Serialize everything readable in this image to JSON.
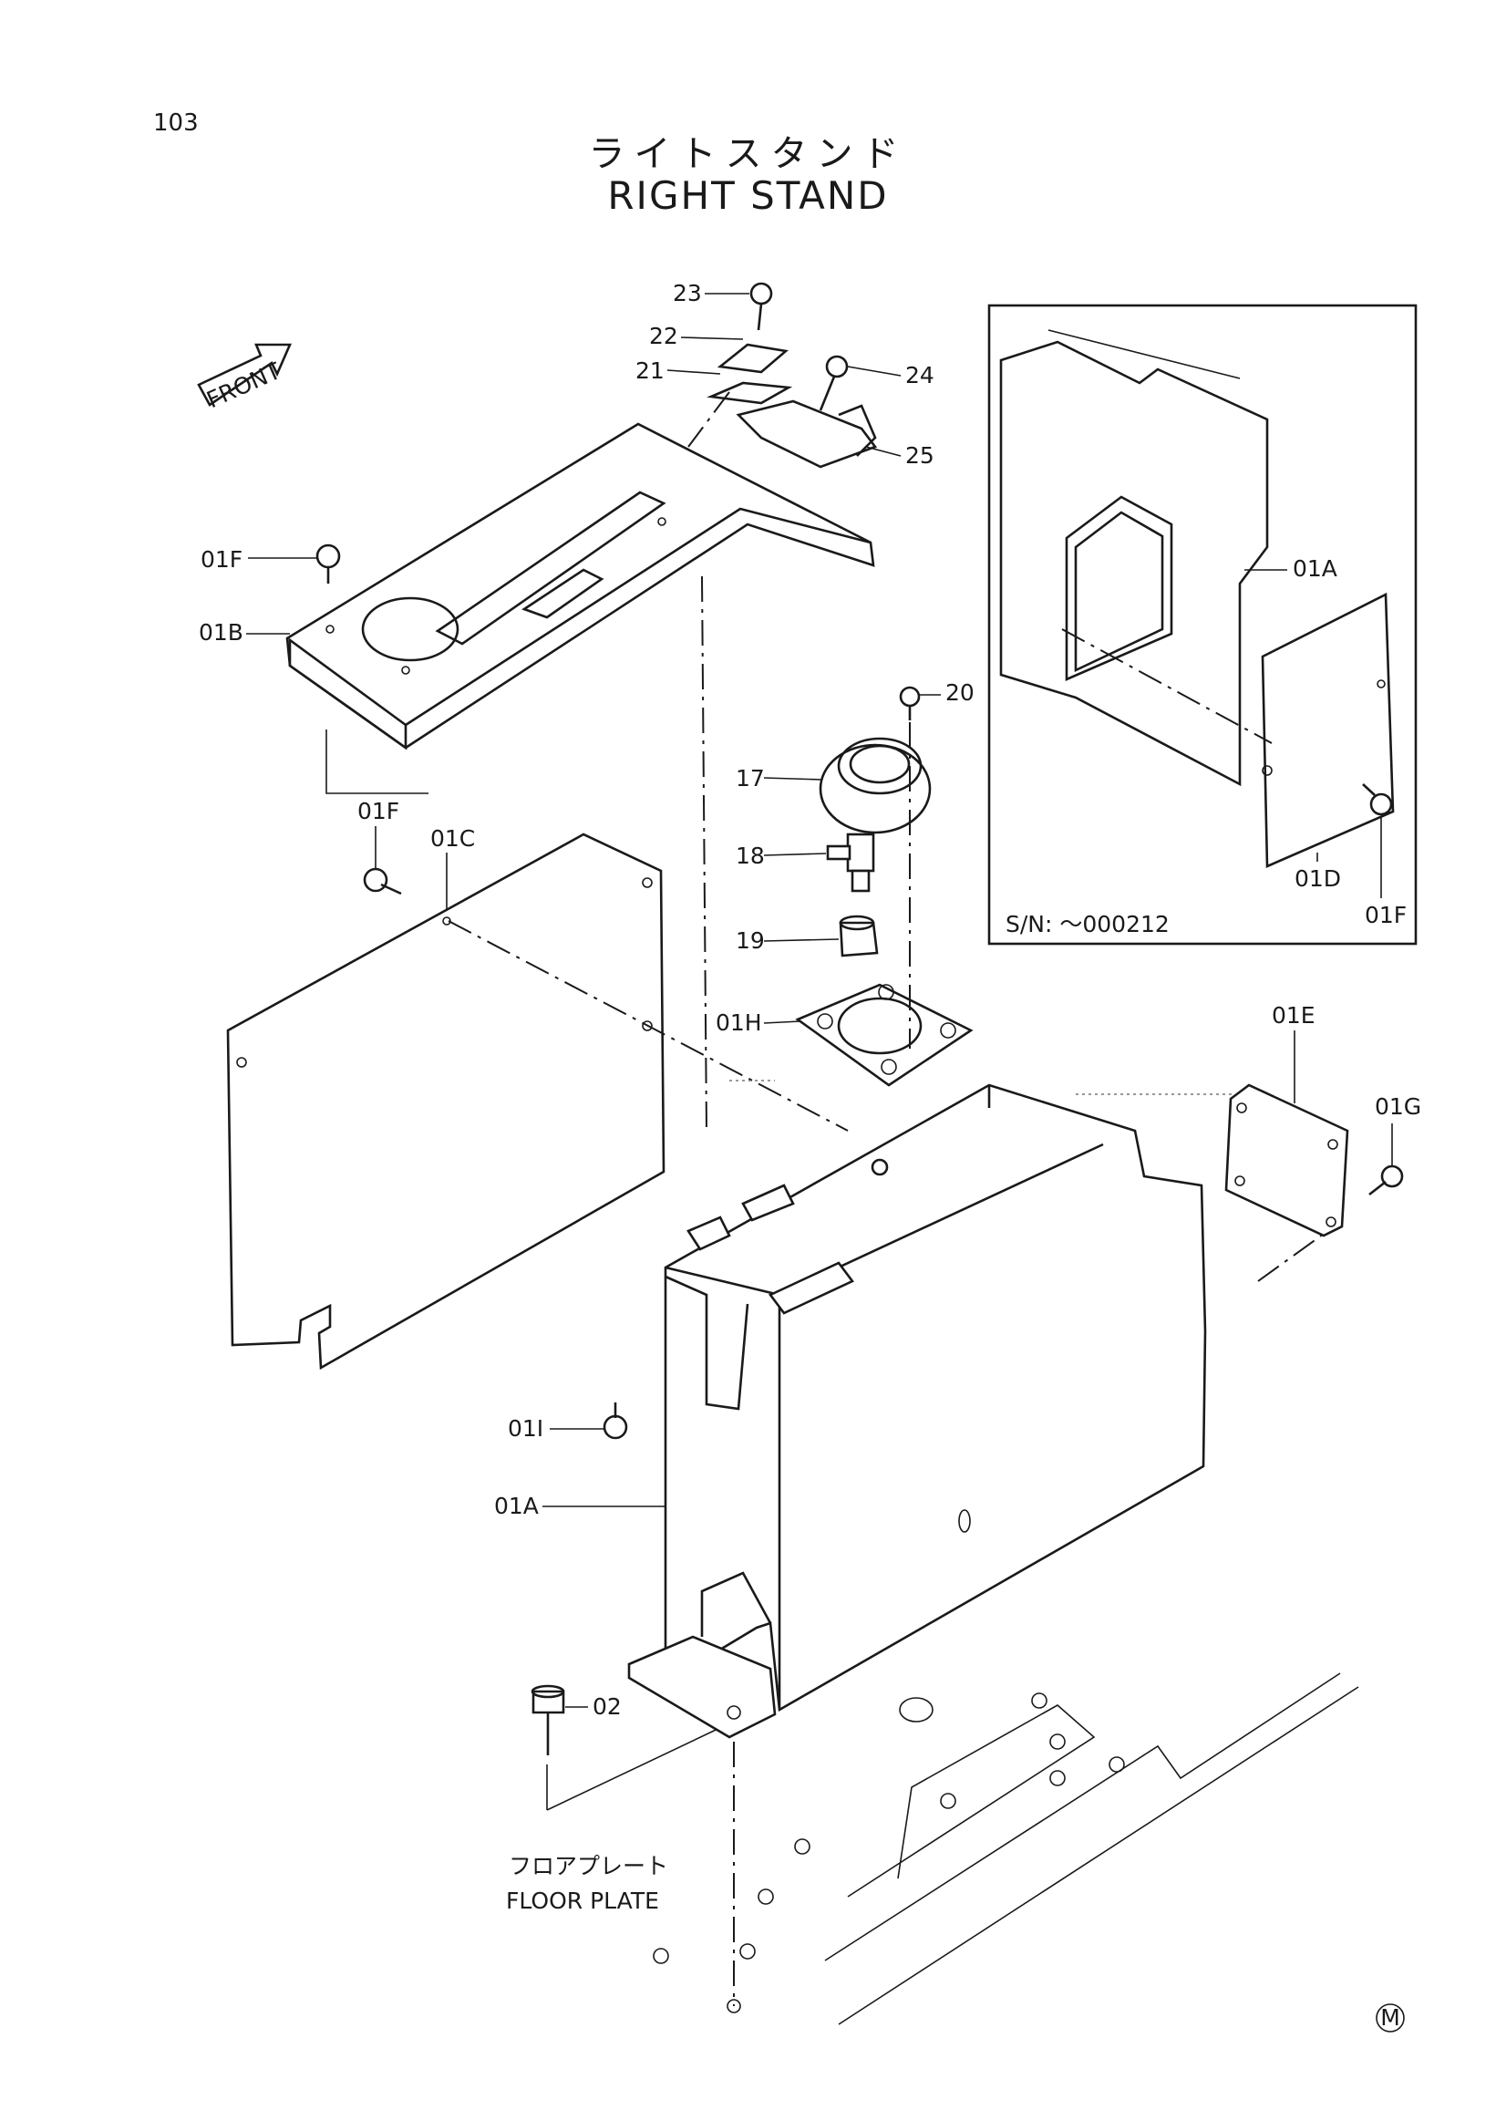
{
  "header": {
    "page_number": "103",
    "title_jp": "ライトスタンド",
    "title_en": "RIGHT STAND"
  },
  "front_arrow_label": "FRONT",
  "inset": {
    "serial_label": "S/N: ～000212"
  },
  "floor_plate": {
    "label_jp": "フロアプレート",
    "label_en": "FLOOR PLATE"
  },
  "callouts": {
    "c23": "23",
    "c22": "22",
    "c21": "21",
    "c24": "24",
    "c25": "25",
    "c01F_top": "01F",
    "c01B": "01B",
    "c20": "20",
    "c17": "17",
    "c01F_mid": "01F",
    "c01C": "01C",
    "c18": "18",
    "c19": "19",
    "c01H": "01H",
    "c01E": "01E",
    "c01G": "01G",
    "c01I": "01I",
    "c01A_main": "01A",
    "c02": "02",
    "inset_01A": "01A",
    "inset_01D": "01D",
    "inset_01F": "01F"
  },
  "mark": "M",
  "colors": {
    "line": "#1a1a1a",
    "background": "#ffffff"
  }
}
